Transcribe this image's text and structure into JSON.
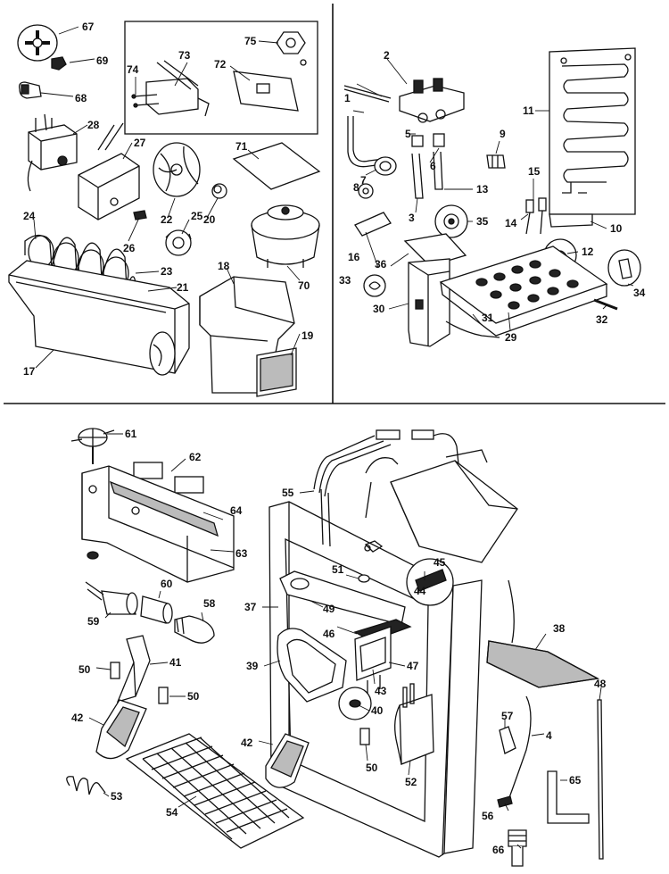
{
  "diagram": {
    "labels": {
      "l1": "1",
      "l2": "2",
      "l3": "3",
      "l4": "4",
      "l5": "5",
      "l6": "6",
      "l7": "7",
      "l8": "8",
      "l9": "9",
      "l10": "10",
      "l11": "11",
      "l12": "12",
      "l13": "13",
      "l14": "14",
      "l15": "15",
      "l16": "16",
      "l17": "17",
      "l18": "18",
      "l19": "19",
      "l20": "20",
      "l21": "21",
      "l22": "22",
      "l23": "23",
      "l24": "24",
      "l25": "25",
      "l26": "26",
      "l27": "27",
      "l28": "28",
      "l29": "29",
      "l30": "30",
      "l31": "31",
      "l32": "32",
      "l33": "33",
      "l34": "34",
      "l35": "35",
      "l36": "36",
      "l37": "37",
      "l38": "38",
      "l39": "39",
      "l40": "40",
      "l41": "41",
      "l42a": "42",
      "l42b": "42",
      "l43": "43",
      "l44": "44",
      "l45": "45",
      "l46": "46",
      "l47": "47",
      "l48": "48",
      "l49": "49",
      "l50a": "50",
      "l50b": "50",
      "l50c": "50",
      "l51": "51",
      "l52": "52",
      "l53": "53",
      "l54": "54",
      "l55": "55",
      "l56": "56",
      "l57": "57",
      "l58": "58",
      "l59": "59",
      "l60": "60",
      "l61": "61",
      "l62": "62",
      "l63": "63",
      "l64": "64",
      "l65": "65",
      "l66": "66",
      "l67": "67",
      "l68": "68",
      "l69": "69",
      "l70": "70",
      "l71": "71",
      "l72": "72",
      "l73": "73",
      "l74": "74",
      "l75": "75"
    }
  }
}
